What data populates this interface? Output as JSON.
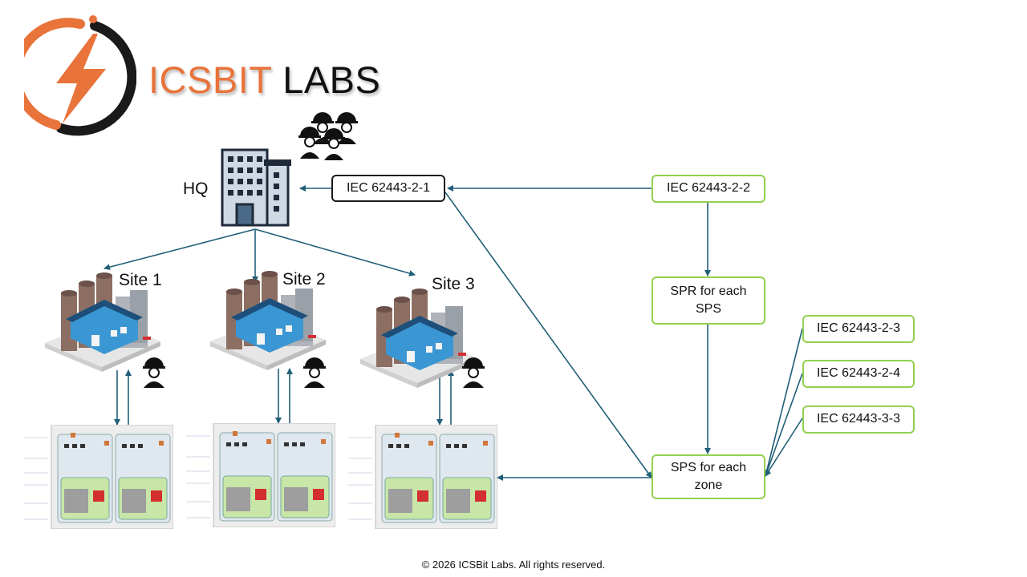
{
  "brand": {
    "name_part1": "ICSBIT",
    "name_part2": "LABS"
  },
  "labels": {
    "hq": "HQ",
    "site1": "Site 1",
    "site2": "Site 2",
    "site3": "Site 3"
  },
  "boxes": {
    "iec_2_1": "IEC 62443-2-1",
    "iec_2_2": "IEC 62443-2-2",
    "spr_line1": "SPR for each",
    "spr_line2": "SPS",
    "sps_line1": "SPS for each",
    "sps_line2": "zone",
    "iec_2_3": "IEC 62443-2-3",
    "iec_2_4": "IEC 62443-2-4",
    "iec_3_3": "IEC 62443-3-3"
  },
  "footer": "© 2026 ICSBit Labs. All rights reserved.",
  "colors": {
    "arrow": "#215f78",
    "green_border": "#92d050",
    "orange": "#e8743b",
    "dark": "#1a1a1a"
  },
  "icons": [
    "lightning-logo-icon",
    "building-icon",
    "worker-icon",
    "factory-icon",
    "network-zone-diagram"
  ]
}
